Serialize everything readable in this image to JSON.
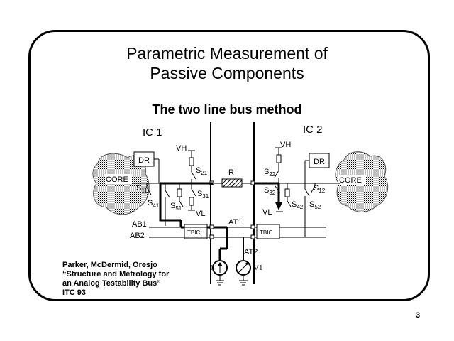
{
  "title_line1": "Parametric Measurement of",
  "title_line2": "Passive Components",
  "subtitle": "The two line bus method",
  "diagram": {
    "ic1": "IC 1",
    "ic2": "IC 2",
    "dr": "DR",
    "core": "CORE",
    "vh": "VH",
    "vl": "VL",
    "r": "R",
    "tbic": "TBIC",
    "ab1": "AB1",
    "ab2": "AB2",
    "at1": "AT1",
    "at2": "AT2",
    "i": "I",
    "v1": "V1",
    "s": "S",
    "s11": "11",
    "s21": "21",
    "s31": "31",
    "s41": "41",
    "s51": "51",
    "s12": "12",
    "s22": "22",
    "s32": "32",
    "s42": "42",
    "s52": "52"
  },
  "citation": {
    "line1": "Parker, McDermid, Oresjo",
    "line2": "“Structure and Metrology for",
    "line3": "an Analog Testability Bus”",
    "line4": "ITC 93"
  },
  "page_number": "3"
}
